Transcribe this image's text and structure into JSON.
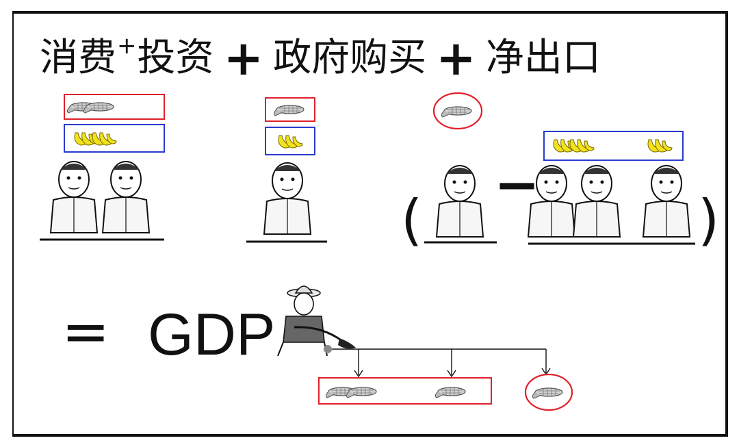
{
  "title": {
    "term_consumption": "消费",
    "plus_1": "+",
    "term_investment": "投资",
    "plus_2": "+",
    "term_government": "政府购买",
    "plus_3": "+",
    "term_net_export": "净出口"
  },
  "result": {
    "equals": "=",
    "gdp": "GDP"
  },
  "formula": {
    "open_paren": "(",
    "minus": "−",
    "close_paren": ")"
  },
  "colors": {
    "red_box": "#e0202a",
    "blue_box": "#2a3ad0",
    "banana": "#f2e21c",
    "ink": "#111111"
  },
  "icons": {
    "produce": "corn-icon",
    "fruit": "banana-icon",
    "people": "cartoon-person-icon",
    "farmer": "farmer-icon"
  }
}
